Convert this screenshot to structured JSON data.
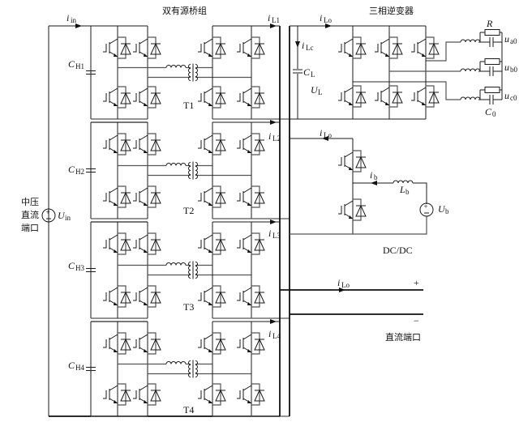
{
  "title": "Power electronic transformer topology",
  "labels": {
    "dab_group": "双有源桥组",
    "inverter": "三相逆变器",
    "mv_port_line1": "中压",
    "mv_port_line2": "直流",
    "mv_port_line3": "端口",
    "dcdc": "DC/DC",
    "dc_port": "直流端口",
    "plus": "+",
    "minus": "−"
  },
  "currents": {
    "i_in": {
      "main": "i",
      "sub": "in"
    },
    "i_L1": {
      "main": "i",
      "sub": "L1"
    },
    "i_L2": {
      "main": "i",
      "sub": "L2"
    },
    "i_L3": {
      "main": "i",
      "sub": "L3"
    },
    "i_L4": {
      "main": "i",
      "sub": "L4"
    },
    "i_Lo_top": {
      "main": "i",
      "sub": "Lo"
    },
    "i_Lc": {
      "main": "i",
      "sub": "Lc"
    },
    "i_Lo_dcdc": {
      "main": "i",
      "sub": "Lo"
    },
    "i_b": {
      "main": "i",
      "sub": "b"
    },
    "i_Lo_port": {
      "main": "i",
      "sub": "Lo"
    }
  },
  "components": {
    "C_H1": {
      "main": "C",
      "sub": "H1"
    },
    "C_H2": {
      "main": "C",
      "sub": "H2"
    },
    "C_H3": {
      "main": "C",
      "sub": "H3"
    },
    "C_H4": {
      "main": "C",
      "sub": "H4"
    },
    "C_L": {
      "main": "C",
      "sub": "L"
    },
    "U_L": {
      "main": "U",
      "sub": "L"
    },
    "U_in": {
      "main": "U",
      "sub": "in"
    },
    "U_b": {
      "main": "U",
      "sub": "b"
    },
    "L_b": {
      "main": "L",
      "sub": "b"
    },
    "R": "R",
    "C_0": {
      "main": "C",
      "sub": "0"
    },
    "u_a0": {
      "main": "u",
      "sub": "a0"
    },
    "u_b0": {
      "main": "u",
      "sub": "b0"
    },
    "u_c0": {
      "main": "u",
      "sub": "c0"
    },
    "T1": "T1",
    "T2": "T2",
    "T3": "T3",
    "T4": "T4"
  }
}
